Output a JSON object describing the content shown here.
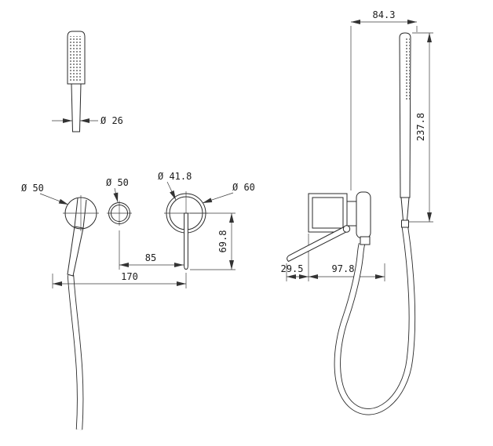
{
  "front_view": {
    "dim_handset_diameter": "Ø 26",
    "dim_holder_diameter": "Ø 50",
    "dim_knob_diameter": "Ø 50",
    "dim_trim_inner_diameter": "Ø 41.8",
    "dim_trim_outer_diameter": "Ø 60",
    "dim_lever_length": "69.8",
    "dim_valve_spacing": "85",
    "dim_overall_spacing": "170"
  },
  "side_view": {
    "dim_top_offset": "84.3",
    "dim_handset_length": "237.8",
    "dim_wall_offset": "29.5",
    "dim_projection": "97.8"
  }
}
